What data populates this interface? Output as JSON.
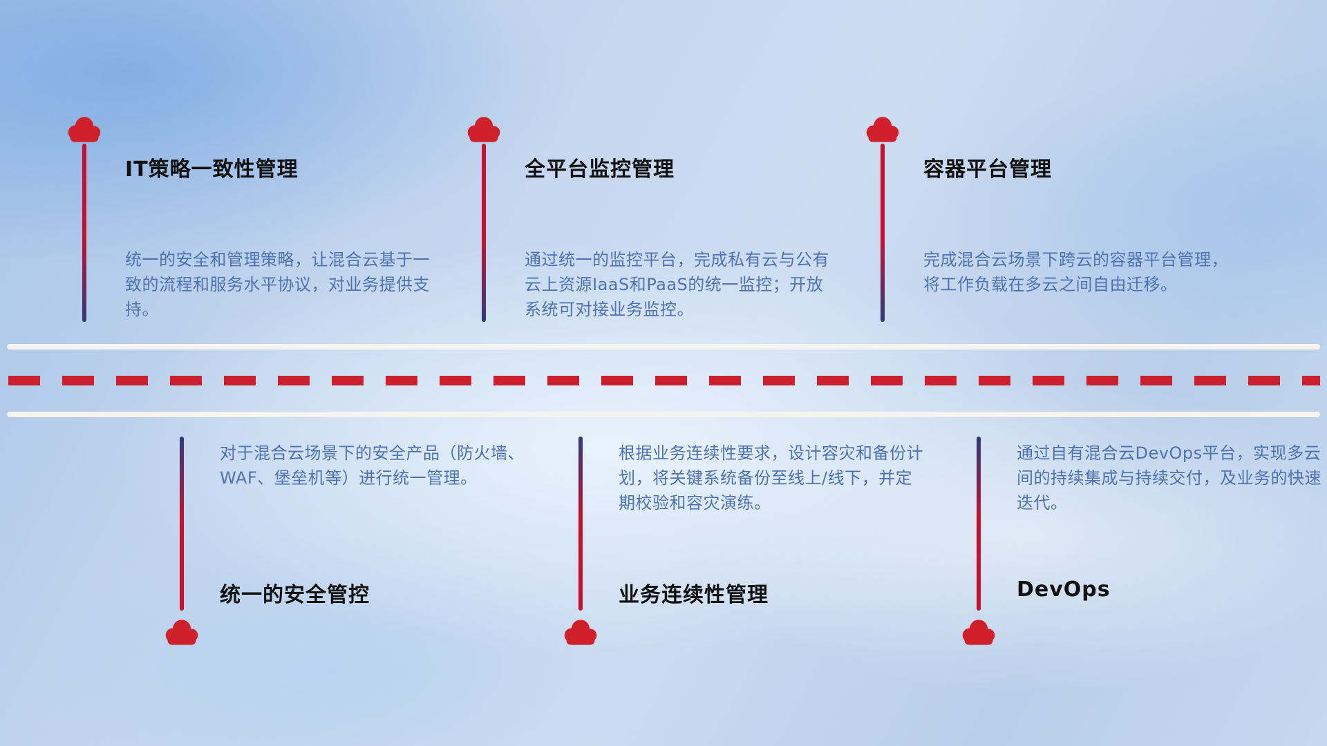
{
  "palette": {
    "cloud_red": "#d0202c",
    "line_red": "#c8102e",
    "line_blue": "#2e3a7c",
    "title_color": "#101010",
    "desc_color": "#4e73b0",
    "road_white": "#f7f3ee",
    "dash_red": "#cc1f2d"
  },
  "top_items": [
    {
      "title": "IT策略一致性管理",
      "description": "统一的安全和管理策略，让混合云基于一致的流程和服务水平协议，对业务提供支持。"
    },
    {
      "title": "全平台监控管理",
      "description": "通过统一的监控平台，完成私有云与公有云上资源IaaS和PaaS的统一监控；开放系统可对接业务监控。"
    },
    {
      "title": "容器平台管理",
      "description": "完成混合云场景下跨云的容器平台管理，将工作负载在多云之间自由迁移。"
    }
  ],
  "bottom_items": [
    {
      "title": "统一的安全管控",
      "description": "对于混合云场景下的安全产品（防火墙、WAF、堡垒机等）进行统一管理。"
    },
    {
      "title": "业务连续性管理",
      "description": "根据业务连续性要求，设计容灾和备份计划，将关键系统备份至线上/线下，并定期校验和容灾演练。"
    },
    {
      "title": "DevOps",
      "description": "通过自有混合云DevOps平台，实现多云间的持续集成与持续交付，及业务的快速迭代。"
    }
  ]
}
